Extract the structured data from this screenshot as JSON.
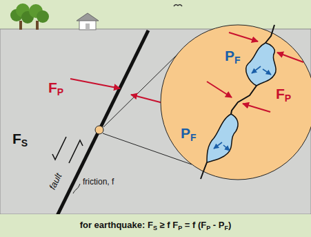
{
  "diagram": {
    "nodes": [
      {
        "text": [
          "PF",
          "FP",
          "PF"
        ]
      }
    ],
    "labels": [
      "FP",
      "FS",
      "fault",
      "friction, f",
      "for earthquake: FS ≥ f FP = f (FP - PF)"
    ]
  }
}
